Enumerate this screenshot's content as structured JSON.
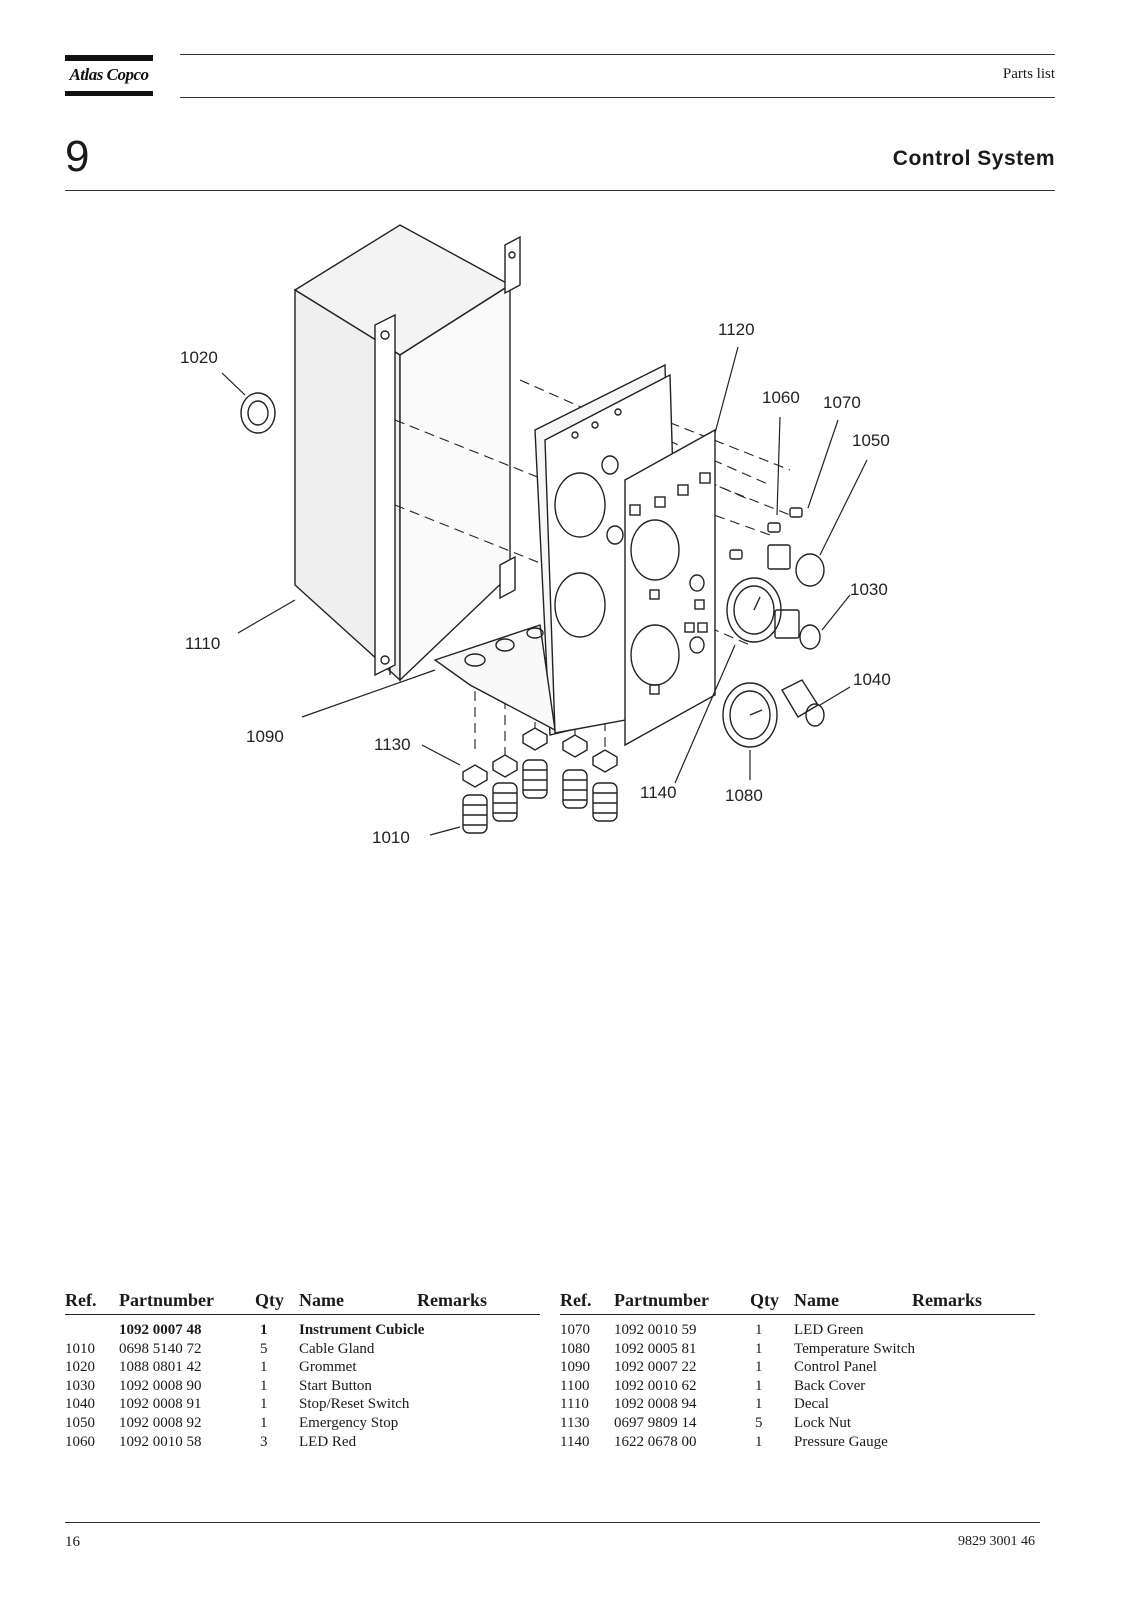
{
  "header": {
    "logo_text": "Atlas Copco",
    "doc_type": "Parts list",
    "section_number": "9",
    "section_title": "Control  System"
  },
  "diagram": {
    "callouts": [
      "1020",
      "1110",
      "1090",
      "1130",
      "1010",
      "1120",
      "1060",
      "1070",
      "1050",
      "1030",
      "1040",
      "1140",
      "1080"
    ]
  },
  "table": {
    "headers": {
      "ref": "Ref.",
      "partnumber": "Partnumber",
      "qty": "Qty",
      "name": "Name",
      "remarks": "Remarks"
    },
    "left_rows": [
      {
        "ref": "",
        "partnumber": "1092 0007 48",
        "qty": "1",
        "name": "Instrument Cubicle",
        "remarks": ""
      },
      {
        "ref": "1010",
        "partnumber": "0698 5140 72",
        "qty": "5",
        "name": "Cable Gland",
        "remarks": ""
      },
      {
        "ref": "1020",
        "partnumber": "1088 0801 42",
        "qty": "1",
        "name": "Grommet",
        "remarks": ""
      },
      {
        "ref": "1030",
        "partnumber": "1092 0008 90",
        "qty": "1",
        "name": "Start Button",
        "remarks": ""
      },
      {
        "ref": "1040",
        "partnumber": "1092 0008 91",
        "qty": "1",
        "name": "Stop/Reset Switch",
        "remarks": ""
      },
      {
        "ref": "1050",
        "partnumber": "1092 0008 92",
        "qty": "1",
        "name": "Emergency Stop",
        "remarks": ""
      },
      {
        "ref": "1060",
        "partnumber": "1092 0010 58",
        "qty": "3",
        "name": "LED Red",
        "remarks": ""
      }
    ],
    "right_rows": [
      {
        "ref": "1070",
        "partnumber": "1092 0010 59",
        "qty": "1",
        "name": "LED Green",
        "remarks": ""
      },
      {
        "ref": "1080",
        "partnumber": "1092 0005 81",
        "qty": "1",
        "name": "Temperature Switch",
        "remarks": ""
      },
      {
        "ref": "1090",
        "partnumber": "1092 0007 22",
        "qty": "1",
        "name": "Control Panel",
        "remarks": ""
      },
      {
        "ref": "1100",
        "partnumber": "1092 0010 62",
        "qty": "1",
        "name": "Back Cover",
        "remarks": ""
      },
      {
        "ref": "1110",
        "partnumber": "1092 0008 94",
        "qty": "1",
        "name": "Decal",
        "remarks": ""
      },
      {
        "ref": "1130",
        "partnumber": "0697 9809 14",
        "qty": "5",
        "name": "Lock Nut",
        "remarks": ""
      },
      {
        "ref": "1140",
        "partnumber": "1622 0678 00",
        "qty": "1",
        "name": "Pressure Gauge",
        "remarks": ""
      }
    ]
  },
  "footer": {
    "page_number": "16",
    "doc_number": "9829 3001 46"
  }
}
